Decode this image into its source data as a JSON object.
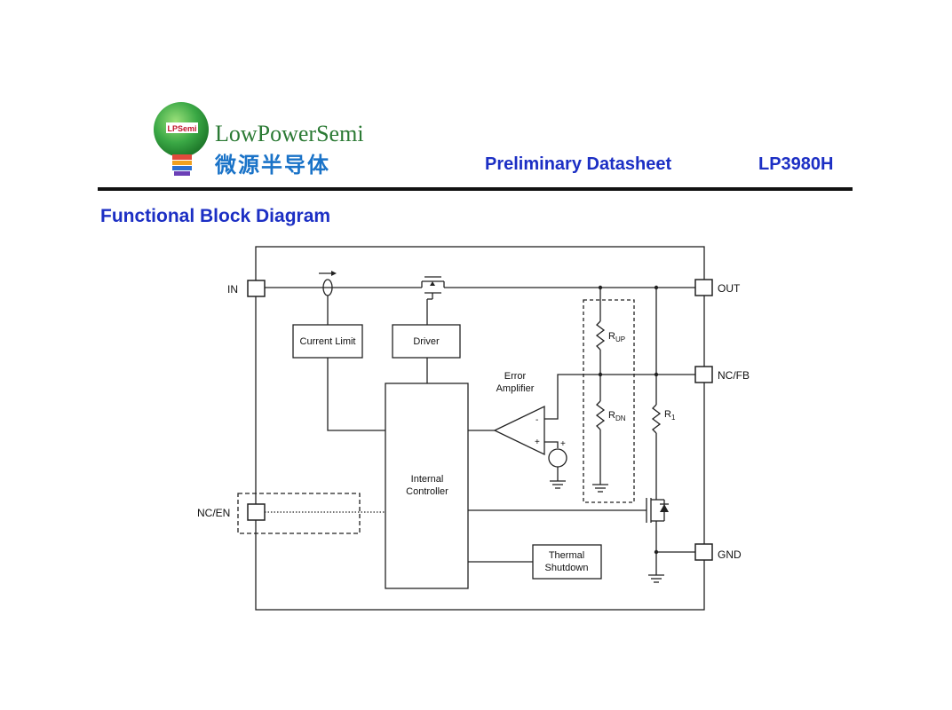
{
  "header": {
    "logo_badge": "LPSemi",
    "brand_en": "LowPowerSemi",
    "brand_cn": "微源半导体",
    "doc_type": "Preliminary Datasheet",
    "part_number": "LP3980H"
  },
  "section_title": "Functional Block Diagram",
  "diagram": {
    "pins": {
      "in": "IN",
      "out": "OUT",
      "nc_fb": "NC/FB",
      "nc_en": "NC/EN",
      "gnd": "GND"
    },
    "blocks": {
      "current_limit": "Current Limit",
      "driver": "Driver",
      "internal_controller_line1": "Internal",
      "internal_controller_line2": "Controller",
      "thermal_line1": "Thermal",
      "thermal_line2": "Shutdown"
    },
    "labels": {
      "error_amp_line1": "Error",
      "error_amp_line2": "Amplifier",
      "r_up_main": "R",
      "r_up_sub": "UP",
      "r_dn_main": "R",
      "r_dn_sub": "DN",
      "r1_main": "R",
      "r1_sub": "1",
      "plus": "+",
      "minus": "-",
      "ref_plus": "+"
    }
  },
  "colors": {
    "brand_blue": "#1c2fc4",
    "logo_green": "#3aa845",
    "line": "#222222"
  }
}
